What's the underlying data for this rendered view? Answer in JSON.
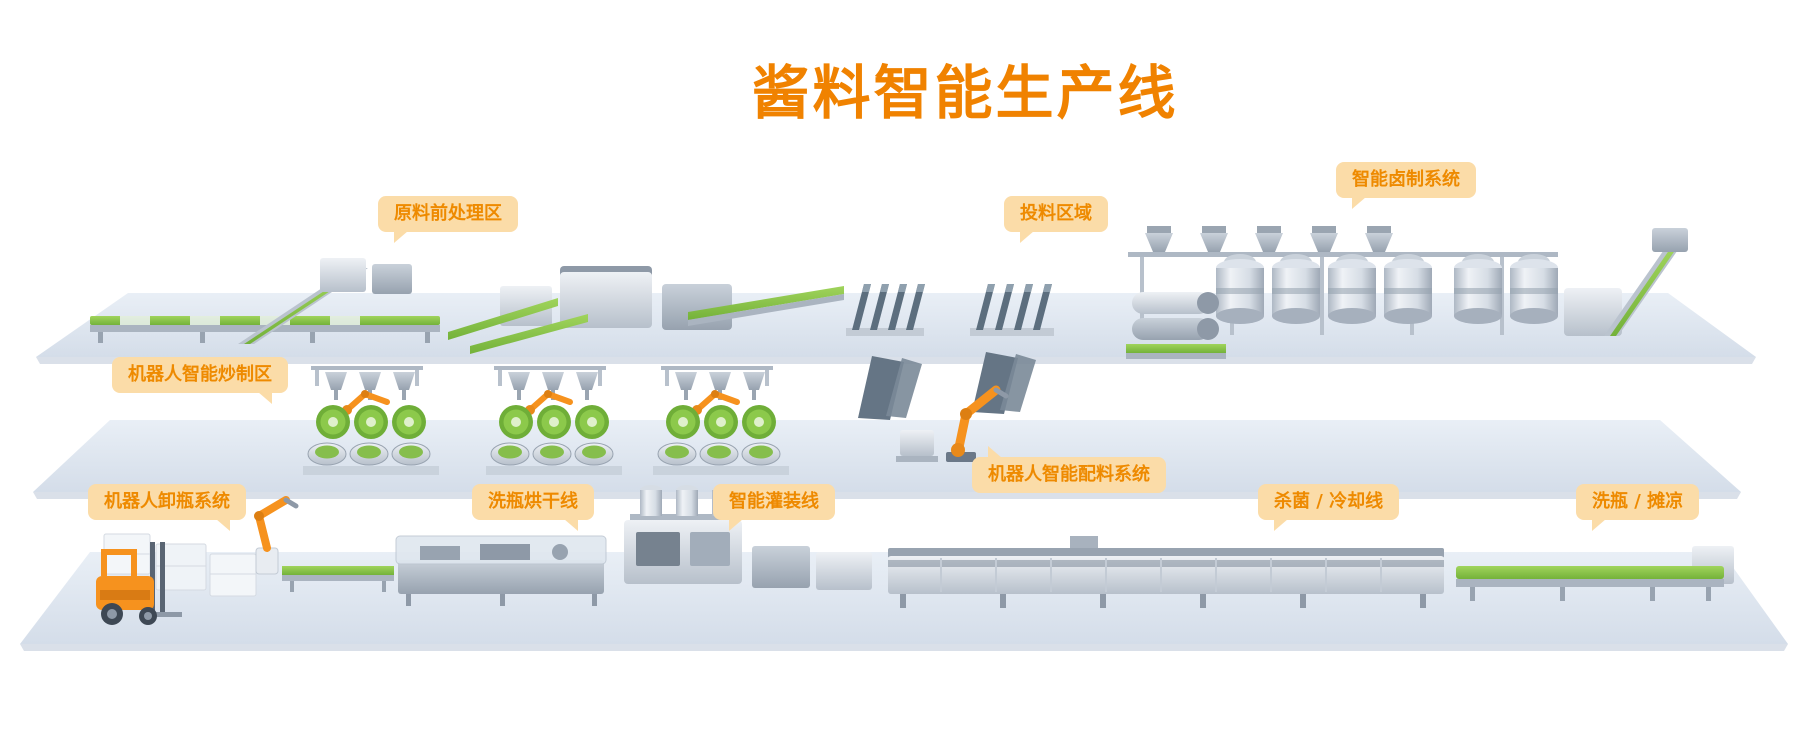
{
  "title": "酱料智能生产线",
  "colors": {
    "title_text": "#F08200",
    "callout_bg": "#FBDCA8",
    "callout_text": "#EE8A00",
    "platform": "#DDE5EF",
    "machine_green": "#8CC63E",
    "robot_orange": "#F6921E"
  },
  "callouts": [
    {
      "id": "pretreatment",
      "label": "原料前处理区"
    },
    {
      "id": "feeding",
      "label": "投料区域"
    },
    {
      "id": "marinating",
      "label": "智能卤制系统"
    },
    {
      "id": "robot-stirfry",
      "label": "机器人智能炒制区"
    },
    {
      "id": "robot-ingredient",
      "label": "机器人智能配料系统"
    },
    {
      "id": "robot-unbottling",
      "label": "机器人卸瓶系统"
    },
    {
      "id": "bottle-washing-drying",
      "label": "洗瓶烘干线"
    },
    {
      "id": "smart-filling",
      "label": "智能灌装线"
    },
    {
      "id": "sterilize-cooling",
      "label": "杀菌 / 冷却线"
    },
    {
      "id": "bottle-washing-cooling",
      "label": "洗瓶 / 摊凉"
    }
  ]
}
